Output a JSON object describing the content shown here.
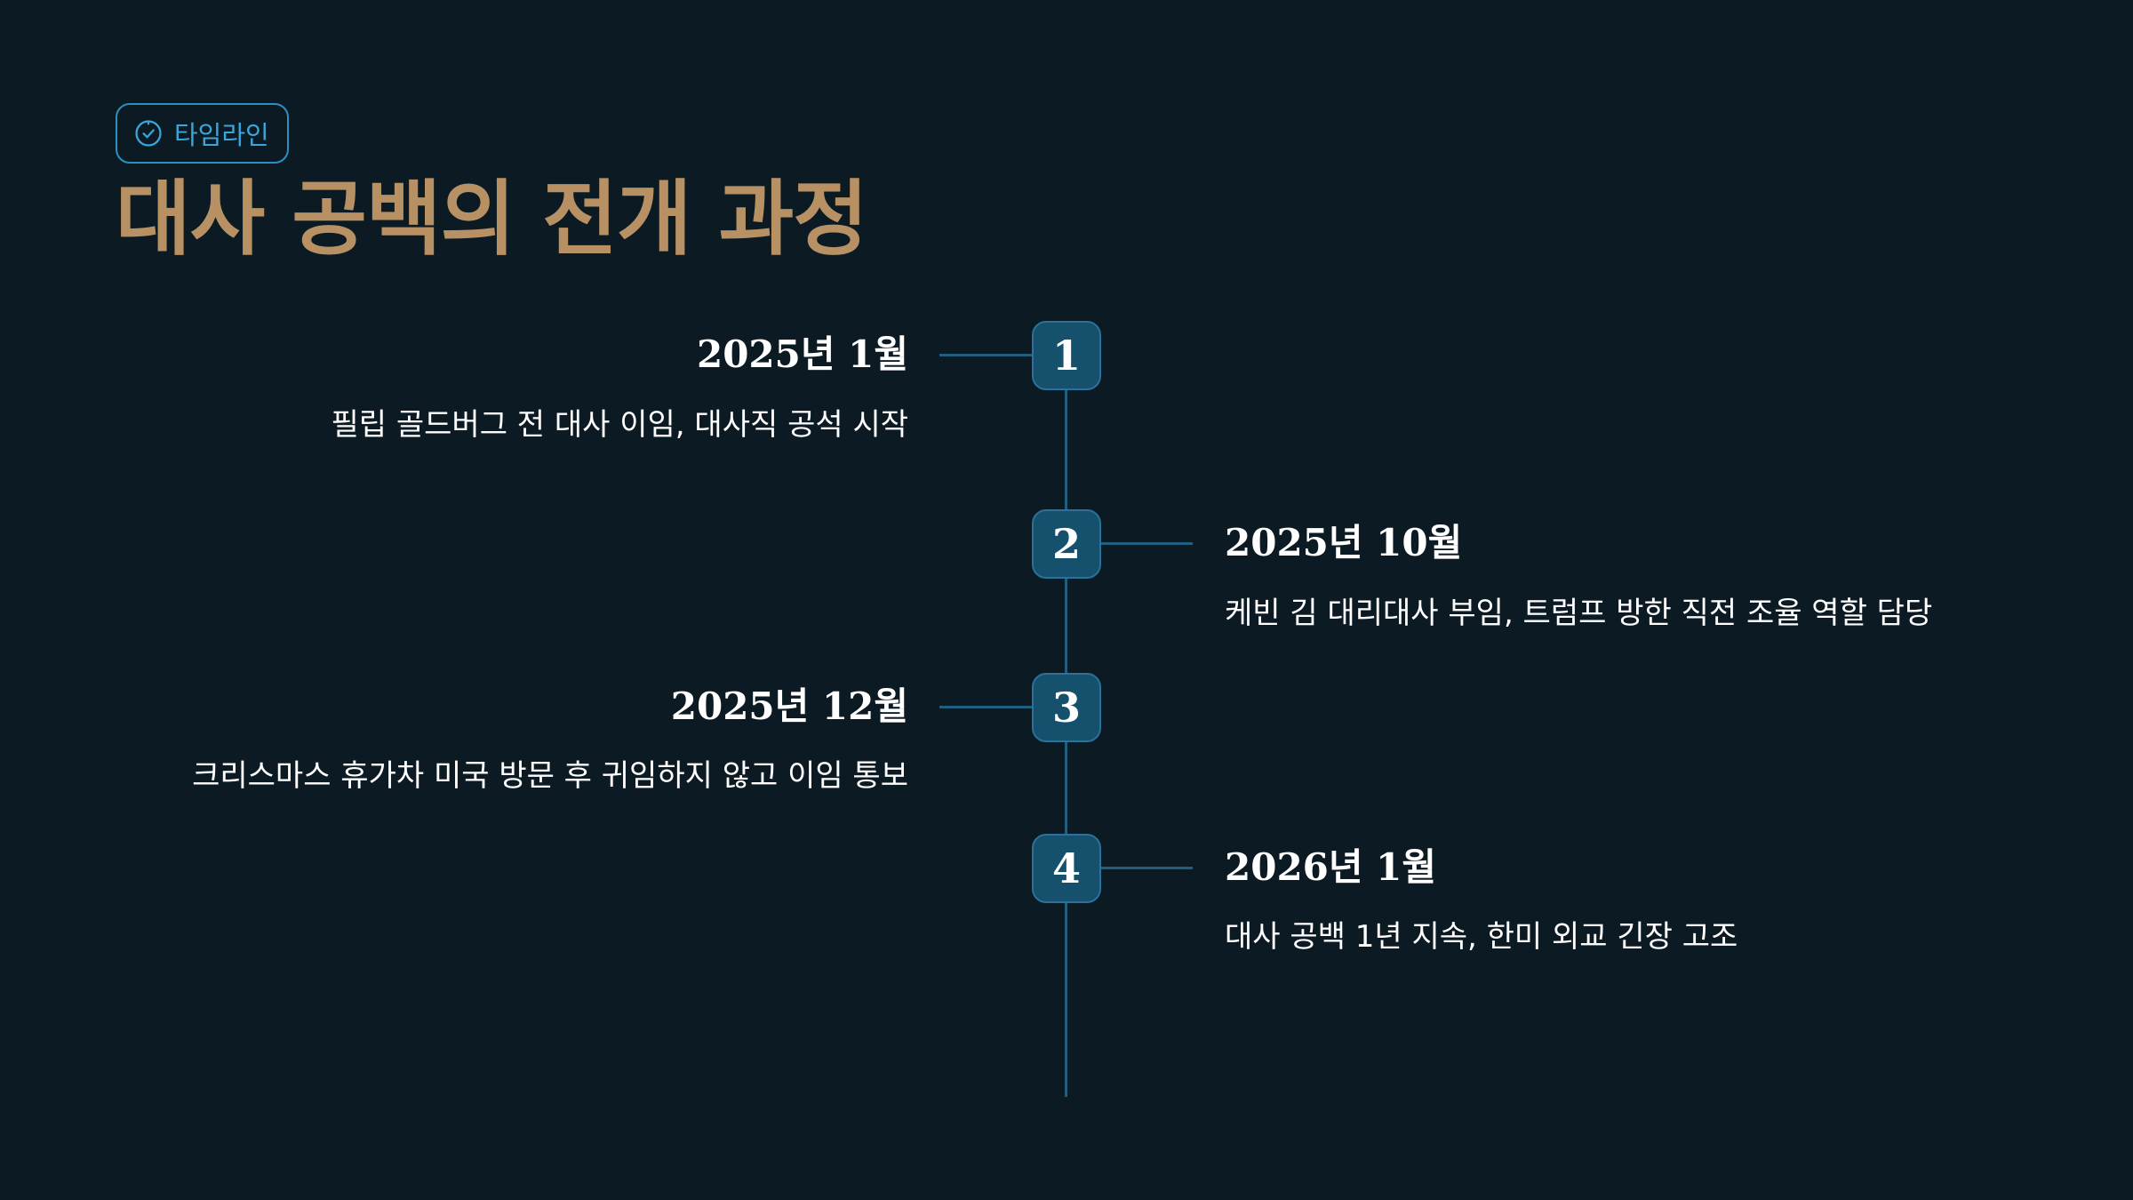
{
  "badge": {
    "icon": "clock-check-icon",
    "label": "타임라인"
  },
  "title": "대사 공백의 전개 과정",
  "colors": {
    "background": "#0c1a23",
    "title": "#b79164",
    "accent": "#2b8fc4",
    "node": "#15506c",
    "line": "#1f5f80"
  },
  "events": [
    {
      "number": "1",
      "date": "2025년 1월",
      "description": "필립 골드버그 전 대사 이임, 대사직 공석 시작",
      "side": "left"
    },
    {
      "number": "2",
      "date": "2025년 10월",
      "description": "케빈 김 대리대사 부임, 트럼프 방한 직전 조율 역할 담당",
      "side": "right"
    },
    {
      "number": "3",
      "date": "2025년 12월",
      "description": "크리스마스 휴가차 미국 방문 후 귀임하지 않고 이임 통보",
      "side": "left"
    },
    {
      "number": "4",
      "date": "2026년 1월",
      "description": "대사 공백 1년 지속, 한미 외교 긴장 고조",
      "side": "right"
    }
  ]
}
